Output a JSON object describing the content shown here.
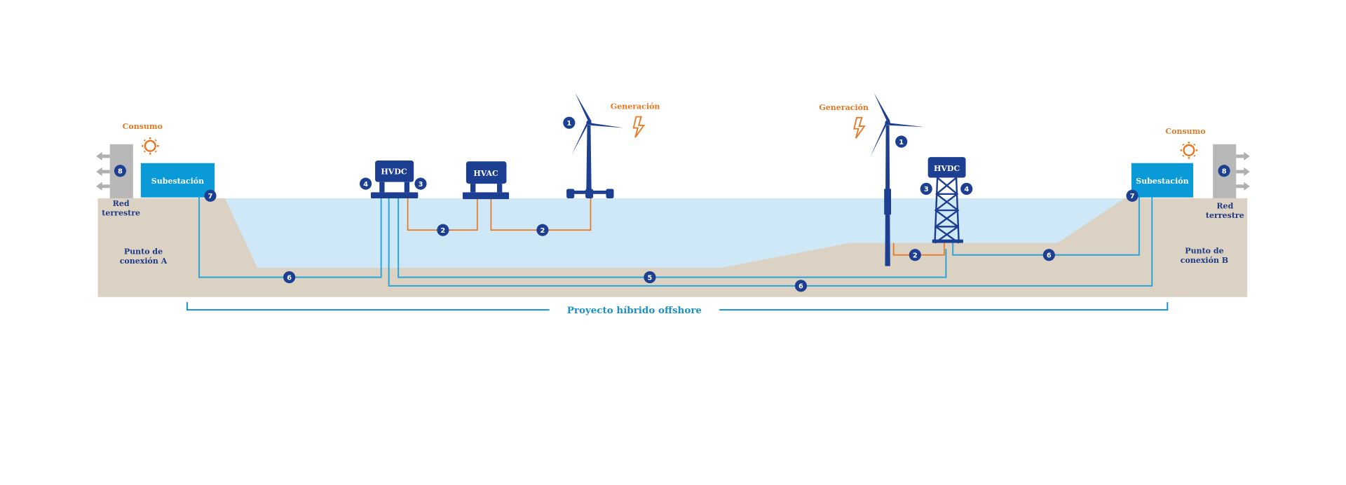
{
  "colors": {
    "navy": "#1d3f92",
    "substation": "#0b9ad8",
    "cable": "#2aa3d8",
    "orange": "#e87722",
    "water": "#cfe8f7",
    "sand": "#dcd2c4",
    "grid_box": "#b8b8b8"
  },
  "left": {
    "consumo": "Consumo",
    "substation": "Subestación",
    "red_line1": "Red",
    "red_line2": "terrestre",
    "punto_line1": "Punto de",
    "punto_line2": "conexión A",
    "num_grid": "8",
    "num_sub": "7"
  },
  "right": {
    "consumo": "Consumo",
    "substation": "Subestación",
    "red_line1": "Red",
    "red_line2": "terrestre",
    "punto_line1": "Punto de",
    "punto_line2": "conexión B",
    "num_grid": "8",
    "num_sub": "7"
  },
  "platforms": {
    "hvdc_left": "HVDC",
    "hvac": "HVAC",
    "hvdc_right": "HVDC",
    "num_left_4": "4",
    "num_left_3": "3",
    "num_right_3": "3",
    "num_right_4": "4"
  },
  "turbines": {
    "generation_left": "Generación",
    "generation_right": "Generación",
    "num_float": "1",
    "num_fixed": "1"
  },
  "cables": {
    "c2a": "2",
    "c2b": "2",
    "c2c": "2",
    "c6_left": "6",
    "c5_mid": "5",
    "c6_long": "6",
    "c6_right": "6"
  },
  "project_label": "Proyecto híbrido offshore"
}
